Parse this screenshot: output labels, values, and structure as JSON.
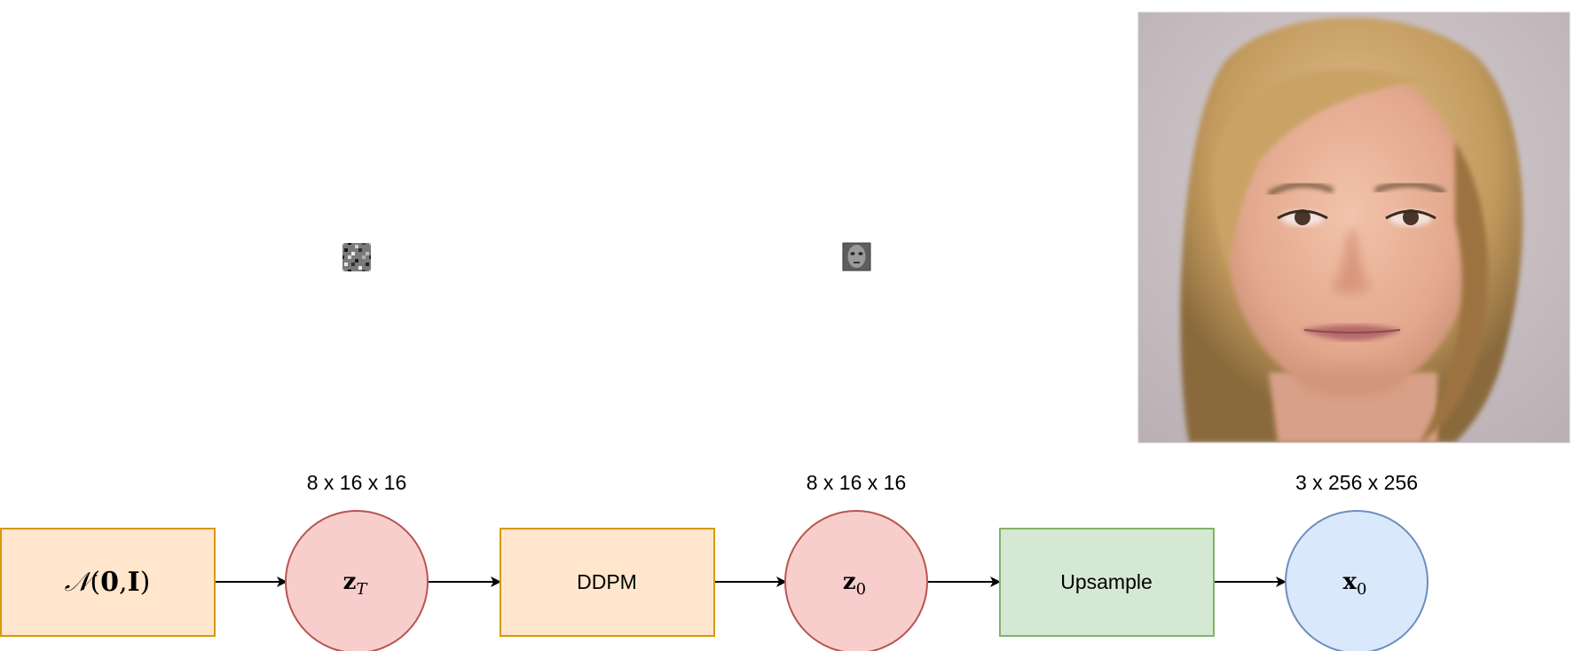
{
  "pipeline": {
    "noise_box": {
      "math": {
        "calN": "𝒩",
        "open": "(",
        "zero": "0",
        "comma": ",",
        "I": "I",
        "close": ")"
      },
      "fill": "#FFE6CC",
      "stroke": "#D79B00"
    },
    "zT_node": {
      "dim_label": "8 x 16 x 16",
      "math": {
        "base": "z",
        "sub": "T"
      },
      "fill": "#F8CECC",
      "stroke": "#B85450"
    },
    "ddpm_box": {
      "label": "DDPM",
      "fill": "#FFE6CC",
      "stroke": "#D79B00"
    },
    "z0_node": {
      "dim_label": "8 x 16 x 16",
      "math": {
        "base": "z",
        "sub": "0"
      },
      "fill": "#F8CECC",
      "stroke": "#B85450"
    },
    "upsample_box": {
      "label": "Upsample",
      "fill": "#D5E8D4",
      "stroke": "#82B366"
    },
    "x0_node": {
      "dim_label": "3 x 256 x 256",
      "math": {
        "base": "x",
        "sub": "0"
      },
      "fill": "#DAE8FC",
      "stroke": "#6C8EBF"
    }
  },
  "images": {
    "noise_latent": "noise-latent-thumbnail",
    "denoised_latent": "denoised-latent-thumbnail",
    "generated_face": "generated-face-image"
  }
}
